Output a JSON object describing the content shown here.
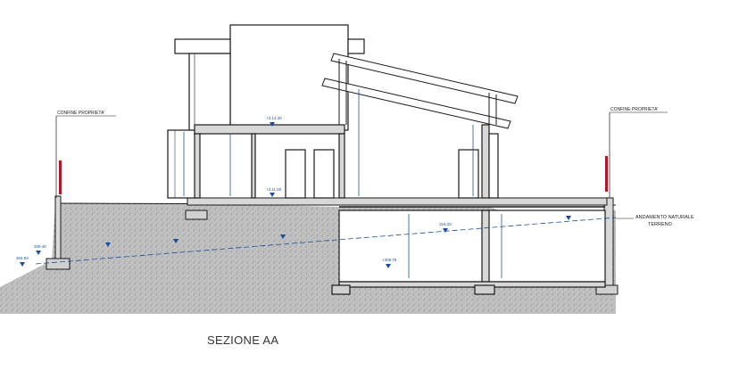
{
  "drawing": {
    "title": "SEZIONE AA",
    "labels": {
      "property_left": "CONFINE PROPRIETA'",
      "property_right": "CONFINE PROPRIETA'",
      "terrain_line1": "ANDAMENTO NATURALE",
      "terrain_line2": "TERRENO"
    },
    "elevations": {
      "roof_level": "+3.14.30",
      "floor_level": "+3.11.50",
      "ground_left_1": "209.46",
      "ground_left_2": "304.83",
      "ground_right": "316.33",
      "basement_floor": "+308.76"
    },
    "colors": {
      "line": "#1a1a1a",
      "dimension": "#1c4d9c",
      "property_marker": "#b0182a",
      "ground_fill": "#b9b9b9"
    }
  }
}
